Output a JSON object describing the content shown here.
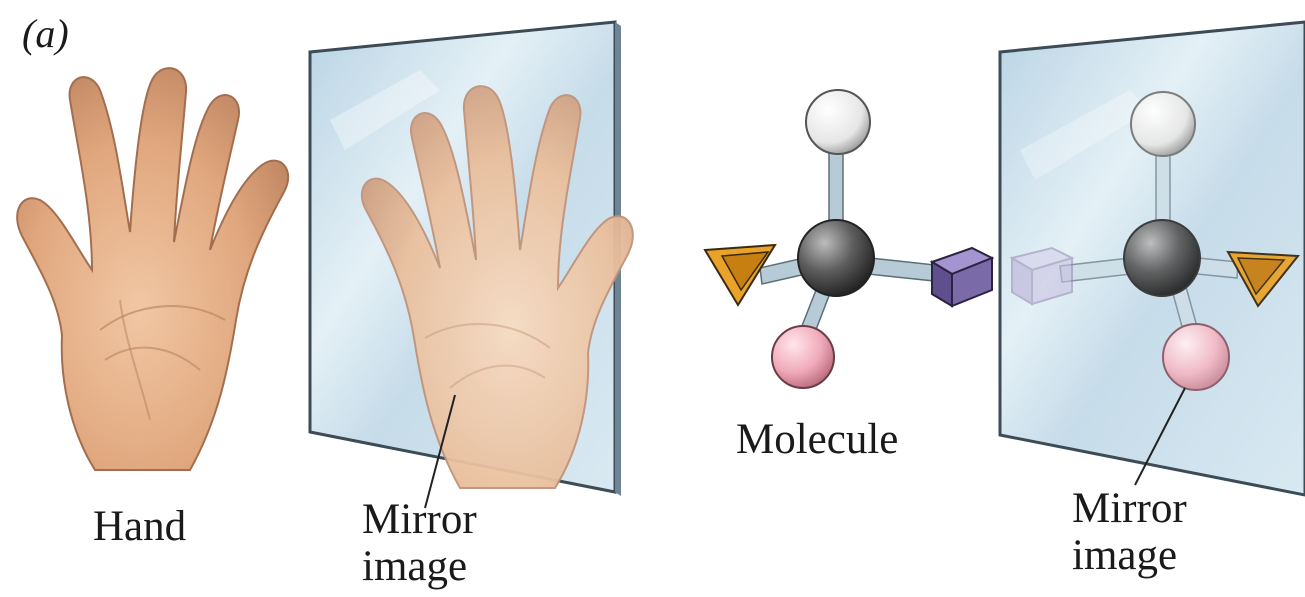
{
  "panel_label": "(a)",
  "labels": {
    "hand": "Hand",
    "hand_mirror_line1": "Mirror",
    "hand_mirror_line2": "image",
    "molecule": "Molecule",
    "molecule_mirror_line1": "Mirror",
    "molecule_mirror_line2": "image"
  },
  "colors": {
    "skin": "#e2ad86",
    "skin_shadow": "#b97e5c",
    "mirror_face": "#cfe3ee",
    "mirror_edge": "#3c4b55",
    "atom_white": "#efefef",
    "atom_gray": "#555555",
    "atom_pink": "#f0a9b8",
    "tetra_orange": "#e9a22a",
    "cube_purple": "#7b6aa8",
    "bond": "#b7cbd6"
  }
}
